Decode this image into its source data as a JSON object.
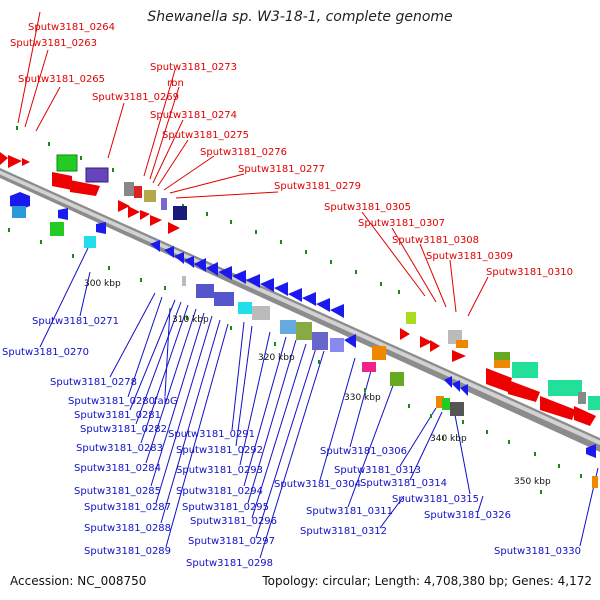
{
  "title": "Shewanella sp. W3-18-1, complete genome",
  "accession": "Accession: NC_008750",
  "summary": "Topology: circular; Length: 4,708,380 bp; Genes: 4,172",
  "ticks": [
    "300 kbp",
    "310 kbp",
    "320 kbp",
    "330 kbp",
    "340 kbp",
    "350 kbp"
  ],
  "forward_labels": [
    "Sputw3181_0264",
    "Sputw3181_0263",
    "Sputw3181_0265",
    "Sputw3181_0269",
    "Sputw3181_0273",
    "rbn",
    "Sputw3181_0274",
    "Sputw3181_0275",
    "Sputw3181_0276",
    "Sputw3181_0277",
    "Sputw3181_0279",
    "Sputw3181_0305",
    "Sputw3181_0307",
    "Sputw3181_0308",
    "Sputw3181_0309",
    "Sputw3181_0310"
  ],
  "reverse_labels": [
    "Sputw3181_0271",
    "Sputw3181_0270",
    "Sputw3181_0278",
    "Sputw3181_0280",
    "fabG",
    "Sputw3181_0281",
    "Sputw3181_0282",
    "Sputw3181_0283",
    "Sputw3181_0284",
    "Sputw3181_0285",
    "Sputw3181_0287",
    "Sputw3181_0288",
    "Sputw3181_0289",
    "Sputw3181_0291",
    "Sputw3181_0292",
    "Sputw3181_0293",
    "Sputw3181_0294",
    "Sputw3181_0295",
    "Sputw3181_0296",
    "Sputw3181_0297",
    "Sputw3181_0298",
    "Sputw3181_0306",
    "Sputw3181_0313",
    "Sputw3181_0304",
    "Sputw3181_0314",
    "Sputw3181_0311",
    "Sputw3181_0315",
    "Sputw3181_0312",
    "Sputw3181_0326",
    "Sputw3181_0330"
  ],
  "colors": {
    "forward_label": "#e00000",
    "reverse_label": "#1010c8",
    "forward_gene": "#ee0000",
    "reverse_gene": "#1a1aee",
    "backbone": "#8a8a8a",
    "tick": "#1a8a1a"
  }
}
